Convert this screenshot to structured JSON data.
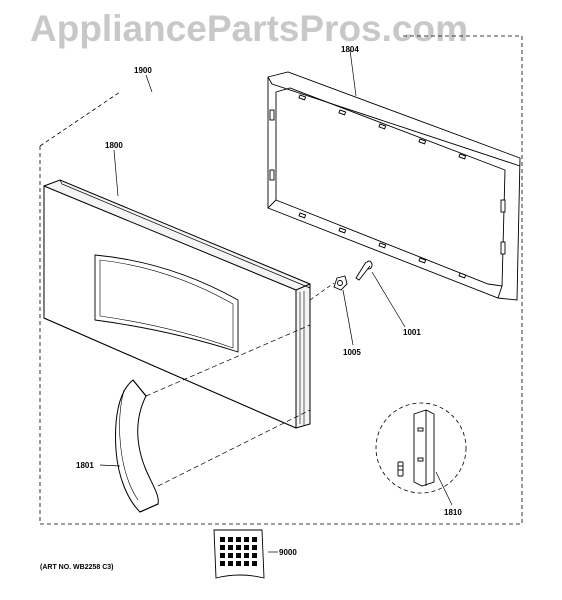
{
  "watermark": "AppliancePartsPros.com",
  "art_number": "(ART NO. WB2258 C3)",
  "parts": [
    {
      "id": "1900",
      "label": "1900"
    },
    {
      "id": "1804",
      "label": "1804"
    },
    {
      "id": "1800",
      "label": "1800"
    },
    {
      "id": "1001",
      "label": "1001"
    },
    {
      "id": "1005",
      "label": "1005"
    },
    {
      "id": "1801",
      "label": "1801"
    },
    {
      "id": "1810",
      "label": "1810"
    },
    {
      "id": "9000",
      "label": "9000"
    }
  ]
}
